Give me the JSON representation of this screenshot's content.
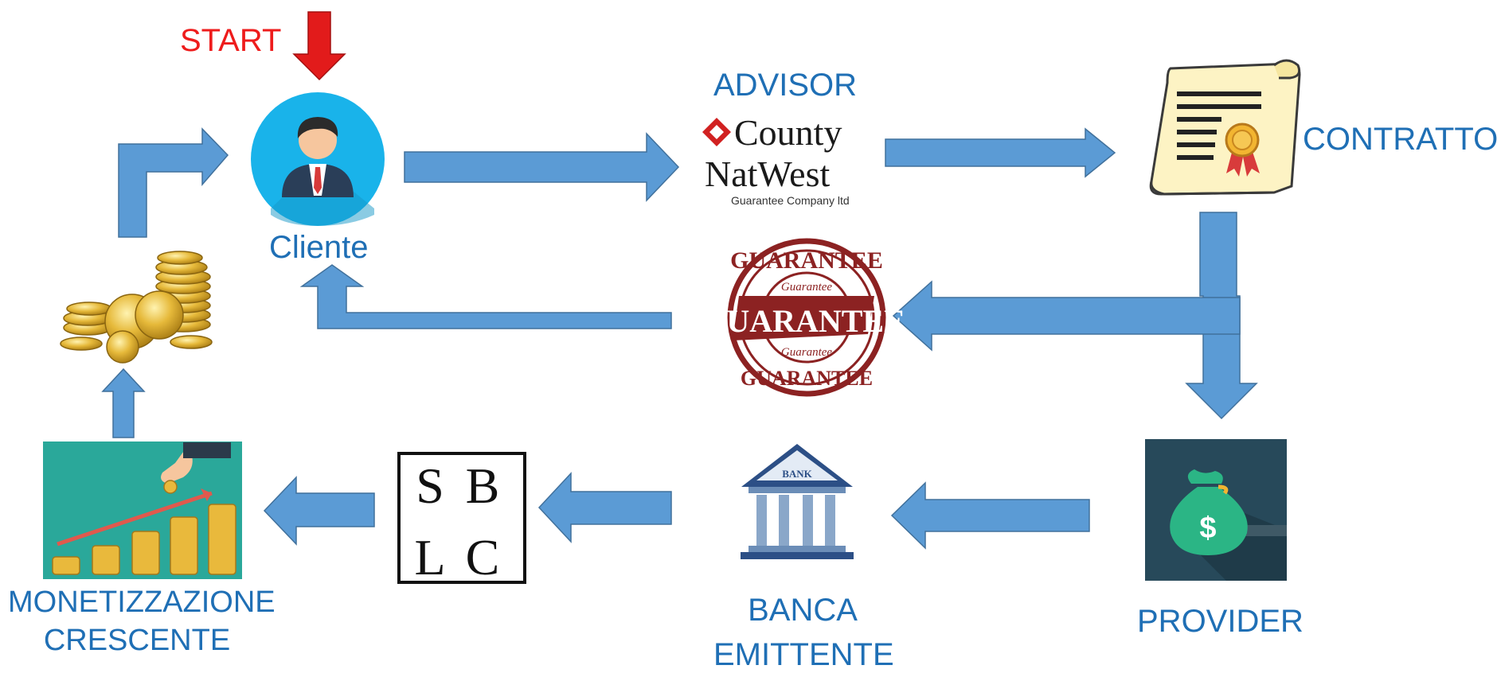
{
  "diagram": {
    "start_label": "START",
    "nodes": {
      "cliente": {
        "label": "Cliente",
        "icon": "person-icon"
      },
      "advisor": {
        "label": "ADVISOR",
        "logo_line1": "County",
        "logo_line2": "NatWest",
        "logo_line3": "Guarantee Company ltd",
        "icon": "county-natwest-logo"
      },
      "contratto": {
        "label": "CONTRATTO",
        "icon": "contract-scroll-icon"
      },
      "guarantee": {
        "stamp_text": "GUARANTEE",
        "stamp_small": "Guarantee",
        "icon": "guarantee-stamp"
      },
      "provider": {
        "label": "PROVIDER",
        "icon": "money-bag-icon"
      },
      "banca": {
        "label_line1": "BANCA",
        "label_line2": "EMITTENTE",
        "bank_text": "BANK",
        "icon": "bank-building-icon"
      },
      "sblc": {
        "letters": [
          "S",
          "B",
          "L",
          "C"
        ],
        "icon": "sblc-box"
      },
      "monetizzazione": {
        "label_line1": "MONETIZZAZIONE",
        "label_line2": "CRESCENTE",
        "icon": "growing-coins-icon"
      },
      "coins": {
        "icon": "gold-coins-icon"
      }
    },
    "colors": {
      "arrow": "#5b9bd5",
      "arrow_stroke": "#41719c",
      "start_arrow": "#e21b1b",
      "label": "#1f6fb5",
      "start_text": "#ee1c1c"
    }
  }
}
